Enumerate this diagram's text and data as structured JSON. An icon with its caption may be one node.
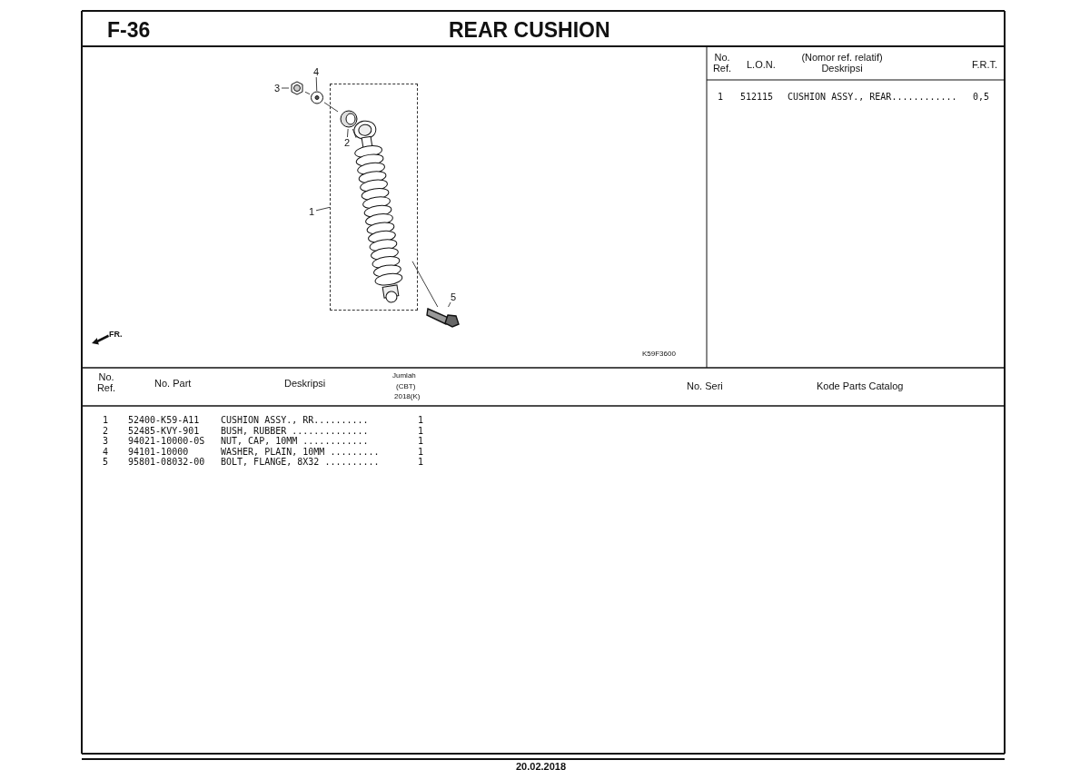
{
  "diagram": {
    "title": "REAR CUSHION",
    "nodes": [
      {
        "text": [
          "3"
        ]
      },
      {
        "text": [],
        "shape": "picture"
      },
      {
        "text": [
          "4"
        ]
      },
      {
        "text": [],
        "shape": "picture"
      },
      {
        "text": [],
        "shape": "box"
      },
      {
        "text": [],
        "shape": "picture",
        "in": 4
      },
      {
        "text": [
          "2"
        ],
        "in": 4
      },
      {
        "text": [],
        "shape": "picture",
        "in": 4
      },
      {
        "text": [
          "1"
        ]
      },
      {
        "text": [],
        "shape": "picture"
      },
      {
        "text": [
          "5"
        ]
      }
    ],
    "edges": [
      {
        "from": 0,
        "to": 1,
        "arrow": "none"
      },
      {
        "from": 2,
        "to": 3,
        "arrow": "none"
      },
      {
        "from": 6,
        "to": 5,
        "arrow": "none"
      },
      {
        "from": 8,
        "to": 4,
        "arrow": "none"
      },
      {
        "from": 10,
        "to": 9,
        "arrow": "none"
      },
      {
        "from": 1,
        "to": 3,
        "arrow": "none"
      },
      {
        "from": 3,
        "to": 5,
        "arrow": "none"
      },
      {
        "from": 5,
        "to": 7,
        "arrow": "none"
      },
      {
        "from": 7,
        "to": 9,
        "arrow": "none"
      }
    ],
    "labels": [
      "F-36",
      "No. Ref.",
      "L.O.N.",
      "(Nomor ref. relatif) Deskripsi",
      "F.R.T.",
      "1",
      "512115",
      "CUSHION ASSY., REAR............",
      "0,5",
      "FR.",
      "K59F3600",
      "No. Ref.",
      "No. Part",
      "Deskripsi",
      "Jumlah",
      "(CBT)",
      "2018(K)",
      "No. Seri",
      "Kode Parts Catalog",
      "1",
      "52400-K59-A11",
      "CUSHION ASSY., RR..........",
      "1",
      "2",
      "52485-KVY-901",
      "BUSH, RUBBER ..............",
      "1",
      "3",
      "94021-10000-0S",
      "NUT, CAP, 10MM ............",
      "1",
      "4",
      "94101-10000",
      "WASHER, PLAIN, 10MM .........",
      "1",
      "5",
      "95801-08032-00",
      "BOLT, FLANGE, 8X32 ..........",
      "1",
      "20.02.2018"
    ]
  }
}
